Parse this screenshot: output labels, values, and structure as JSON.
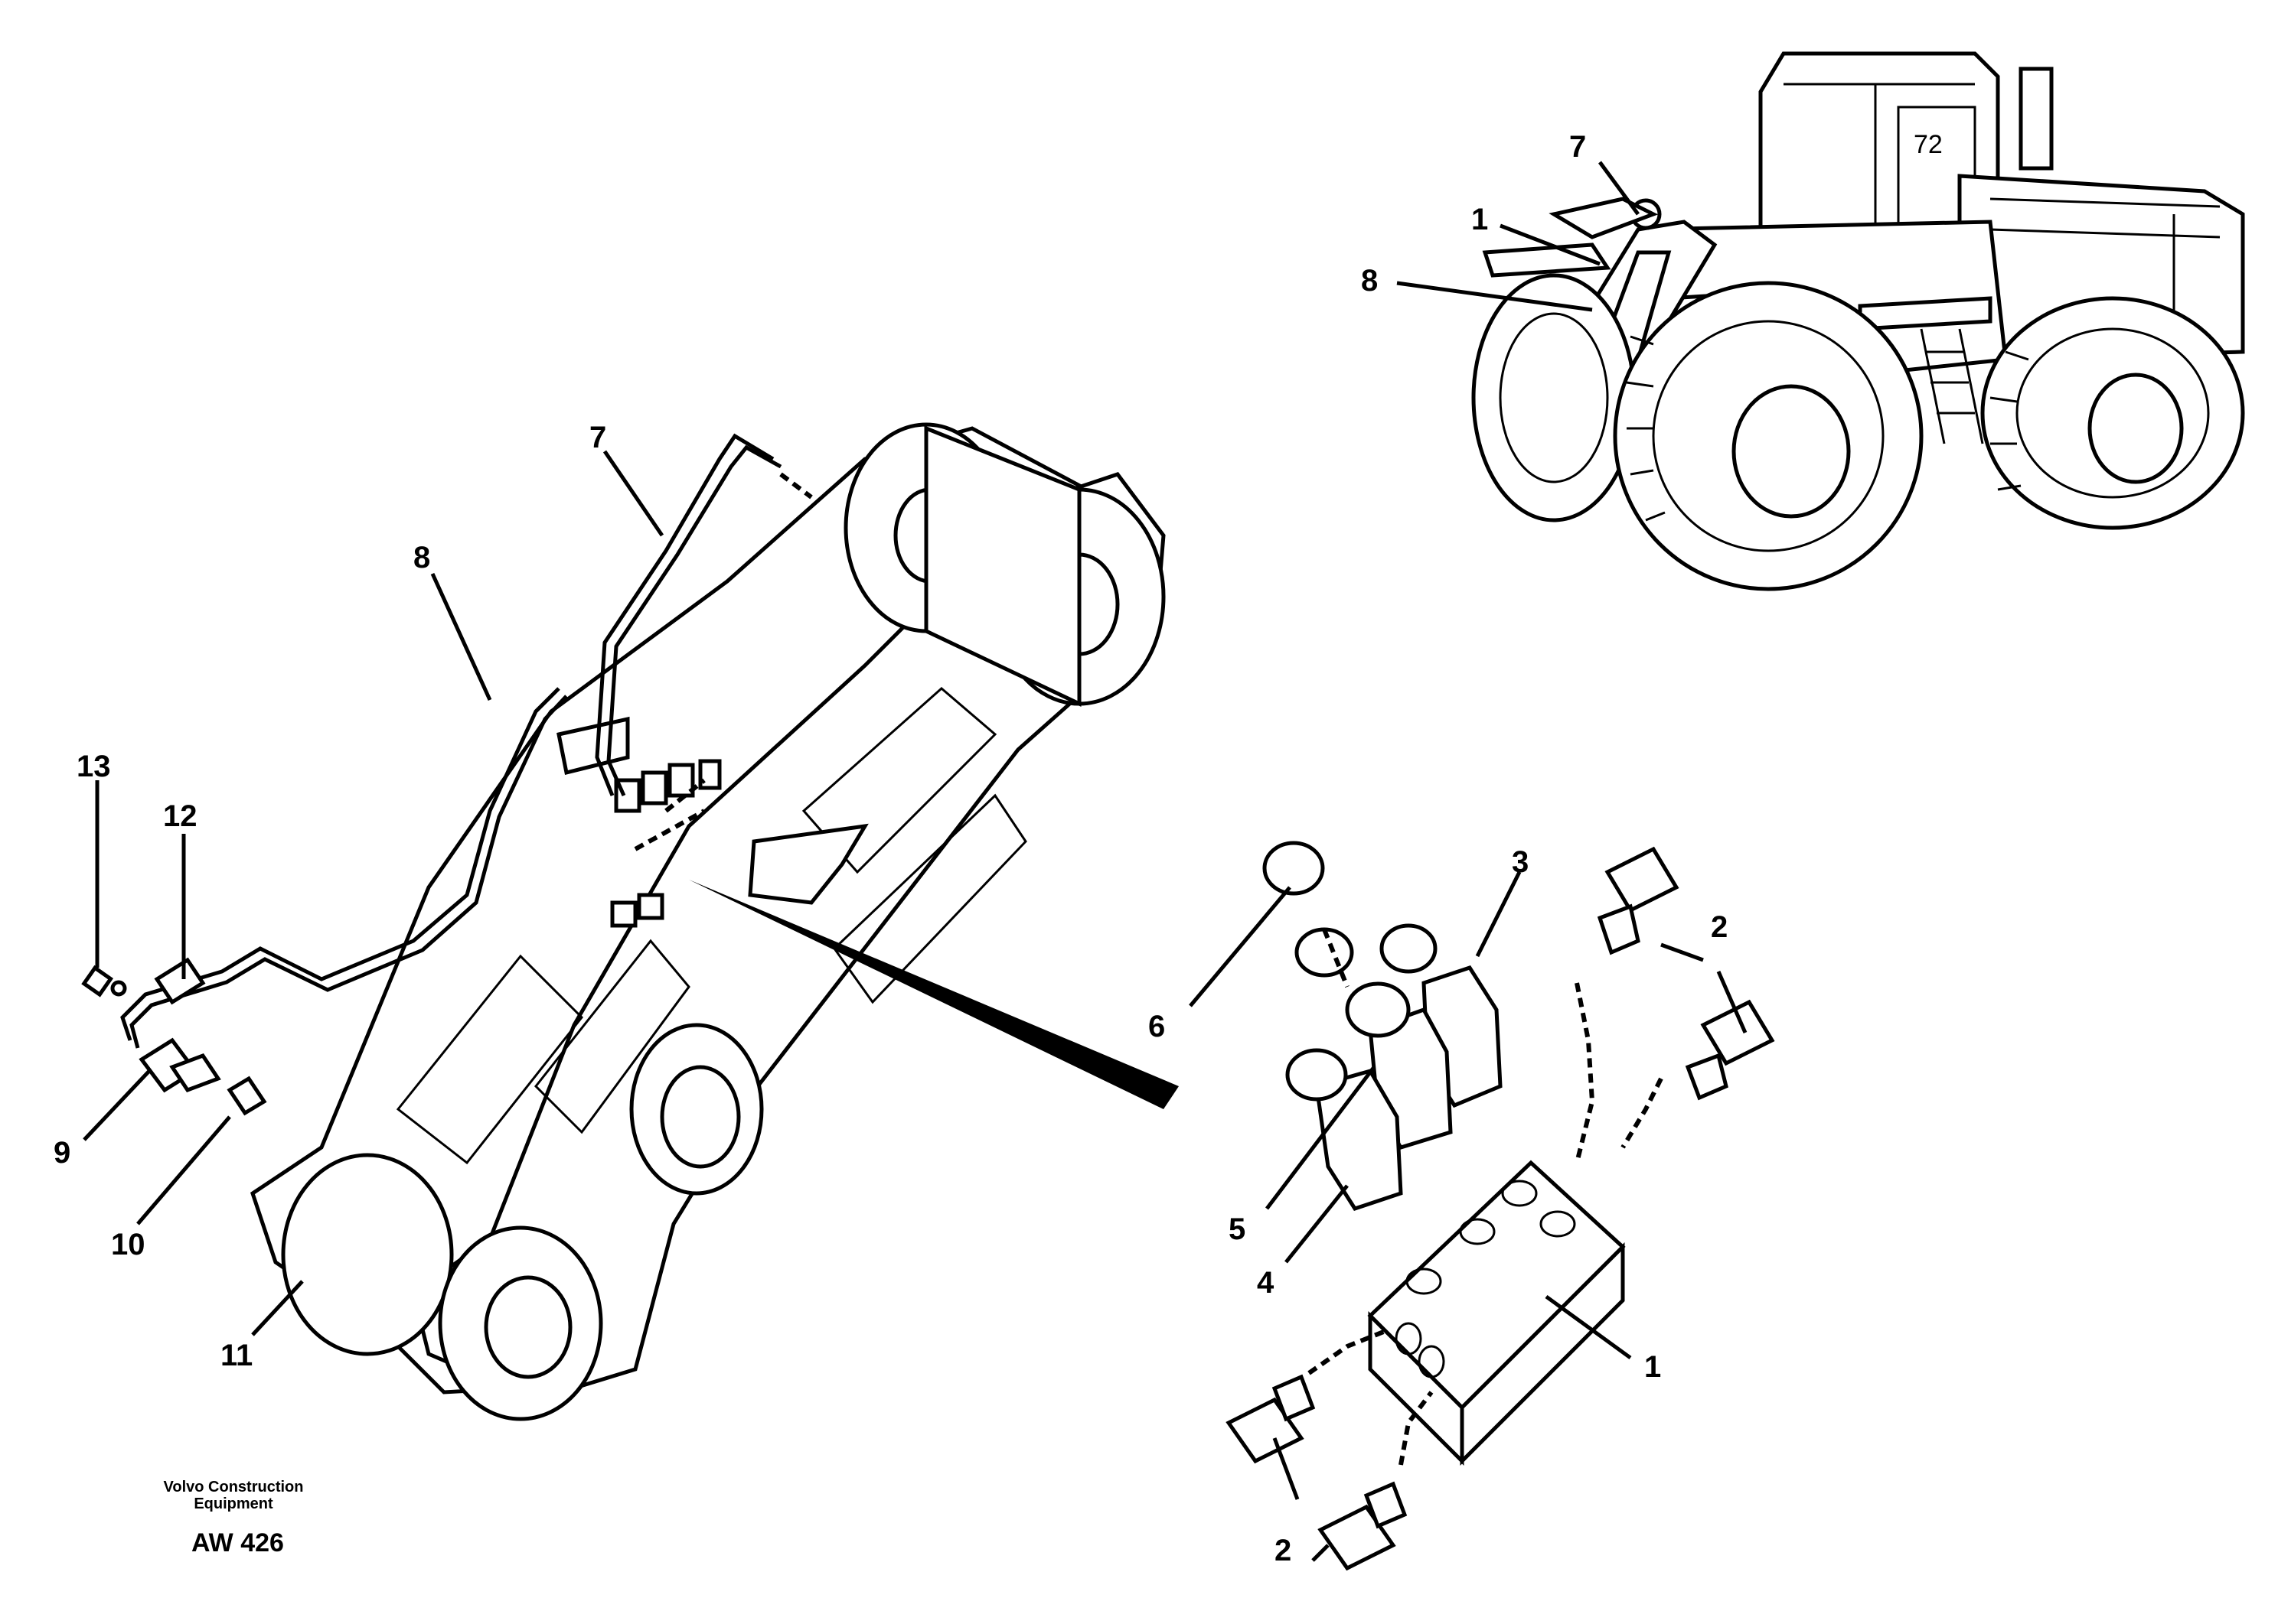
{
  "callouts": {
    "c1": "1",
    "c2": "2",
    "c3": "3",
    "c4": "4",
    "c5": "5",
    "c6": "6",
    "c7": "7",
    "c8": "8",
    "c9": "9",
    "c10": "10",
    "c11": "11",
    "c12": "12",
    "c13": "13"
  },
  "footer": {
    "publisher_line1": "Volvo Construction",
    "publisher_line2": "Equipment",
    "drawing_id": "AW 426"
  }
}
